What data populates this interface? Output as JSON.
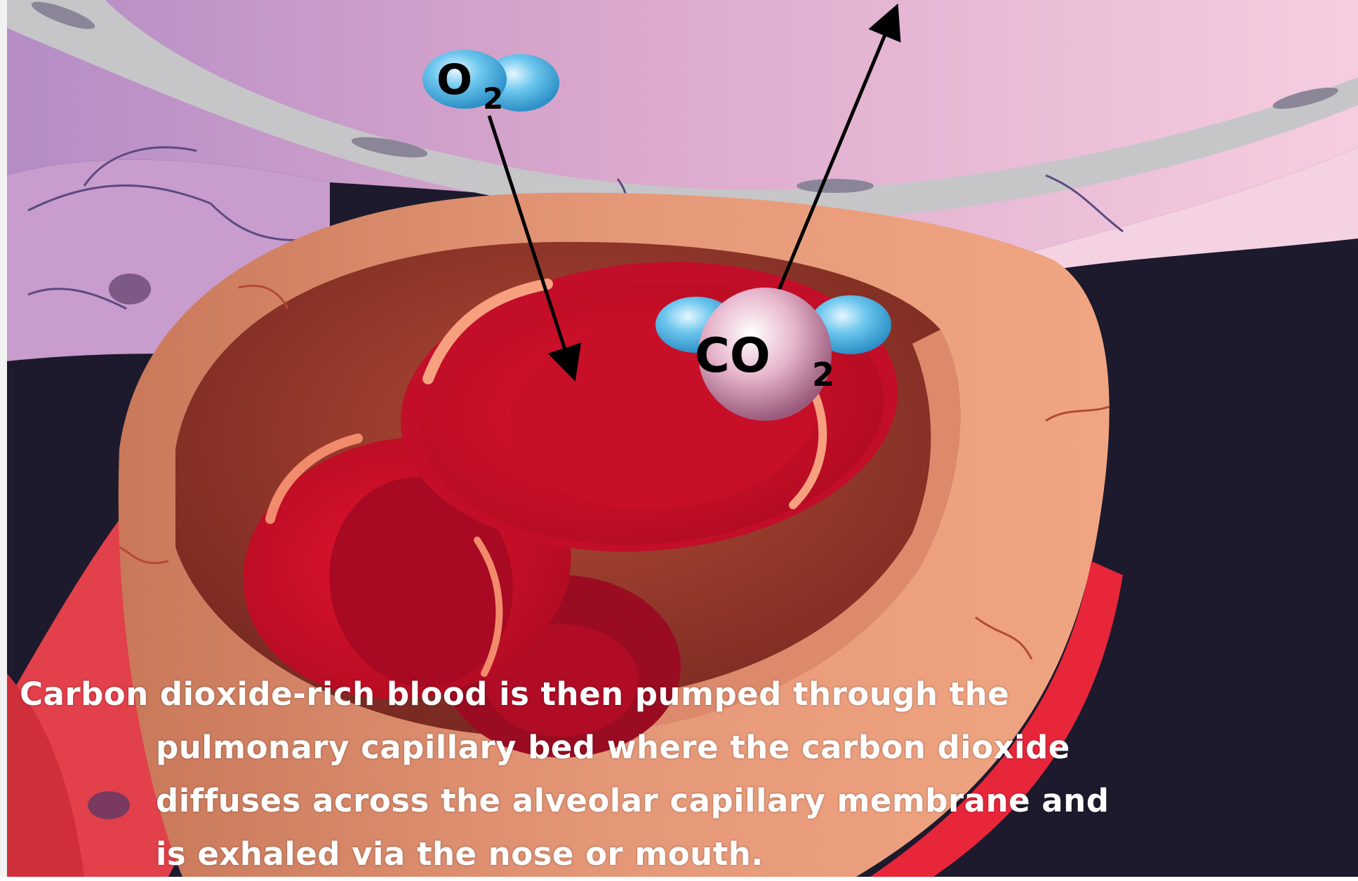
{
  "labels": {
    "oxygen": "O",
    "oxygen_sub": "2",
    "carbon_dioxide": "CO",
    "carbon_dioxide_sub": "2"
  },
  "caption": {
    "line1": "Carbon dioxide-rich blood is then pumped through the",
    "line2": "pulmonary capillary bed where the carbon dioxide",
    "line3": "diffuses across the alveolar capillary membrane and",
    "line4": "is exhaled via the nose or mouth."
  },
  "colors": {
    "background": "#1c1a2c",
    "alveolus": "#e7b3cf",
    "membrane": "#c8c8c8",
    "vessel_wall": "#d9876a",
    "blood_cell": "#d4102a",
    "oxygen_atom": "#58b8e6",
    "co2_atom": "#e2b0c7"
  },
  "icons": {
    "oxygen": "oxygen-molecule-icon",
    "carbon_dioxide": "carbon-dioxide-molecule-icon",
    "arrow_in": "arrow-down-icon",
    "arrow_out": "arrow-up-icon"
  }
}
